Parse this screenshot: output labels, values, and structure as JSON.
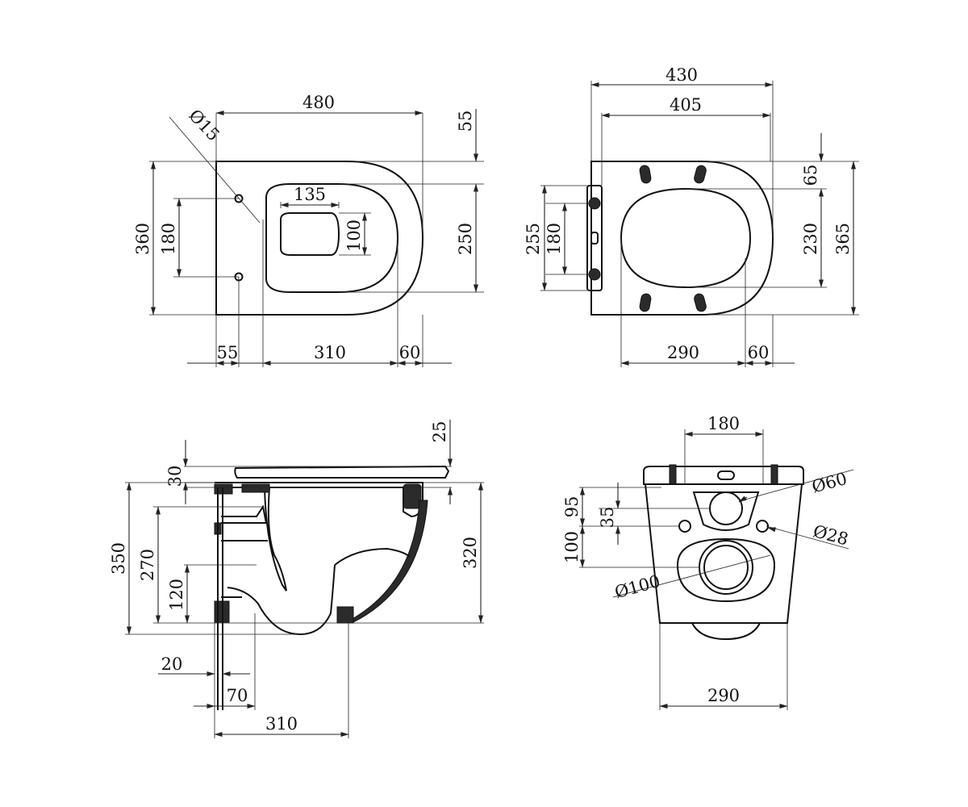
{
  "colors": {
    "line": "#222222",
    "fill": "#2b2b2b",
    "background": "#ffffff"
  },
  "views": {
    "top_view": {
      "overall_width": "480",
      "hole_diameter": "Ø15",
      "rear_offset": "55",
      "overall_depth": "360",
      "hole_spacing": "180",
      "inner_width": "135",
      "inner_depth": "100",
      "bowl_depth": "250",
      "bottom_left": "55",
      "bottom_mid": "310",
      "bottom_right": "60"
    },
    "seat_view": {
      "overall_width": "430",
      "inner_width": "405",
      "top_offset": "65",
      "overall_depth": "365",
      "hinge_span": "255",
      "hinge_spacing": "180",
      "opening_depth": "230",
      "bottom_width": "290",
      "bottom_right": "60"
    },
    "side_view": {
      "seat_thickness": "25",
      "lid_thickness": "30",
      "overall_height": "350",
      "body_height": "320",
      "outlet_height": "270",
      "outlet_offset": "120",
      "wall_gap": "20",
      "outlet_distance": "70",
      "base_depth": "310"
    },
    "rear_view": {
      "bolt_spacing": "180",
      "inlet_diameter": "Ø60",
      "hole_offset_95": "95",
      "hole_offset_35": "35",
      "fixing_diameter": "Ø28",
      "outlet_height": "100",
      "outlet_diameter": "Ø100",
      "base_width": "290"
    }
  }
}
